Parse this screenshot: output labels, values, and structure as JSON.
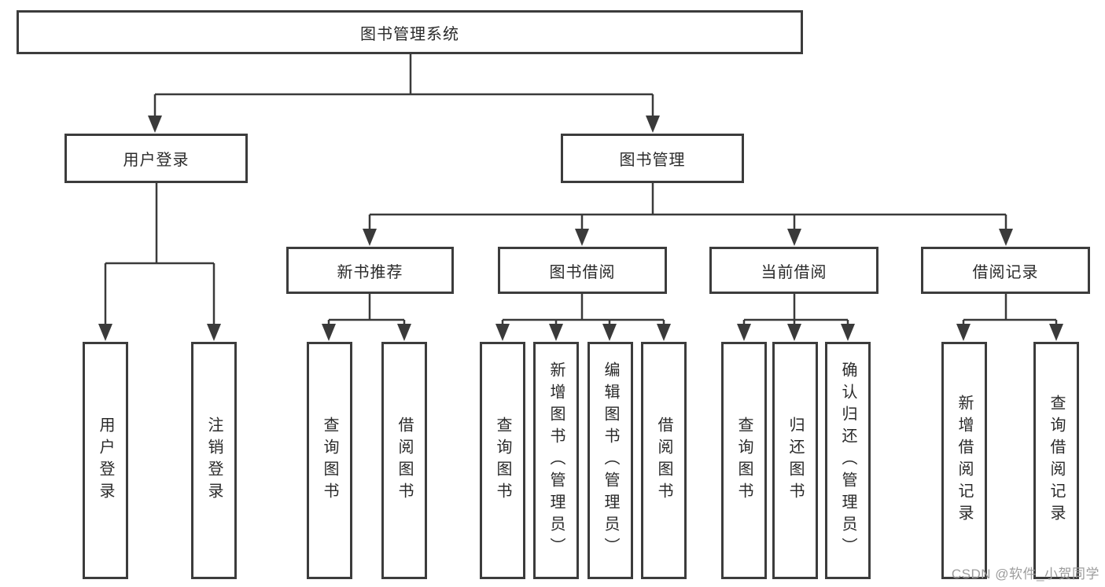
{
  "diagram": {
    "root": {
      "label": "图书管理系统"
    },
    "branches": [
      {
        "label": "用户登录",
        "children": [
          {
            "label": "用户登录"
          },
          {
            "label": "注销登录"
          }
        ]
      },
      {
        "label": "图书管理",
        "children": [
          {
            "label": "新书推荐",
            "children": [
              {
                "label": "查询图书"
              },
              {
                "label": "借阅图书"
              }
            ]
          },
          {
            "label": "图书借阅",
            "children": [
              {
                "label": "查询图书"
              },
              {
                "label": "新增图书（管理员）"
              },
              {
                "label": "编辑图书（管理员）"
              },
              {
                "label": "借阅图书"
              }
            ]
          },
          {
            "label": "当前借阅",
            "children": [
              {
                "label": "查询图书"
              },
              {
                "label": "归还图书"
              },
              {
                "label": "确认归还（管理员）"
              }
            ]
          },
          {
            "label": "借阅记录",
            "children": [
              {
                "label": "新增借阅记录"
              },
              {
                "label": "查询借阅记录"
              }
            ]
          }
        ]
      }
    ],
    "watermark": "CSDN @软件_小贺同学",
    "colors": {
      "line": "#3a3a3a",
      "border": "#3c3c3c",
      "text": "#2a2a2a",
      "watermark": "#9c9c9c",
      "background": "#ffffff"
    }
  }
}
